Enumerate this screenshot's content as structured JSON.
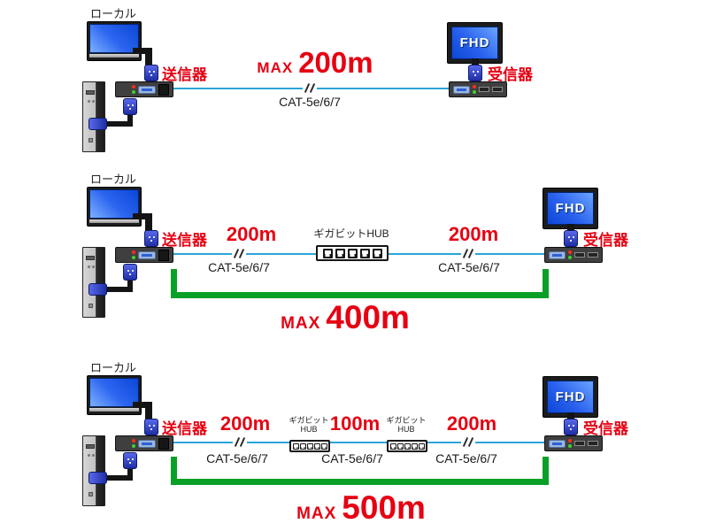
{
  "colors": {
    "cable": "#2aa5d8",
    "highlight_red": "#e60012",
    "bracket_green": "#0aa028"
  },
  "devices": {
    "local_label": "ローカル",
    "transmitter_label": "送信器",
    "receiver_label": "受信器",
    "fhd_label": "FHD"
  },
  "rows": [
    {
      "name": "direct-connection",
      "max_prefix": "MAX",
      "max_total": "200m",
      "segments": [
        {
          "cable_label": "CAT-5e/6/7"
        }
      ]
    },
    {
      "name": "one-hub-connection",
      "max_prefix": "MAX",
      "max_total": "400m",
      "hubs": [
        {
          "label": "ギガビットHUB"
        }
      ],
      "segments": [
        {
          "length": "200m",
          "cable_label": "CAT-5e/6/7"
        },
        {
          "length": "200m",
          "cable_label": "CAT-5e/6/7"
        }
      ]
    },
    {
      "name": "two-hub-connection",
      "max_prefix": "MAX",
      "max_total": "500m",
      "hubs": [
        {
          "line1": "ギガビット",
          "line2": "HUB"
        },
        {
          "line1": "ギガビット",
          "line2": "HUB"
        }
      ],
      "segments": [
        {
          "length": "200m",
          "cable_label": "CAT-5e/6/7"
        },
        {
          "length": "100m",
          "cable_label": "CAT-5e/6/7"
        },
        {
          "length": "200m",
          "cable_label": "CAT-5e/6/7"
        }
      ]
    }
  ]
}
